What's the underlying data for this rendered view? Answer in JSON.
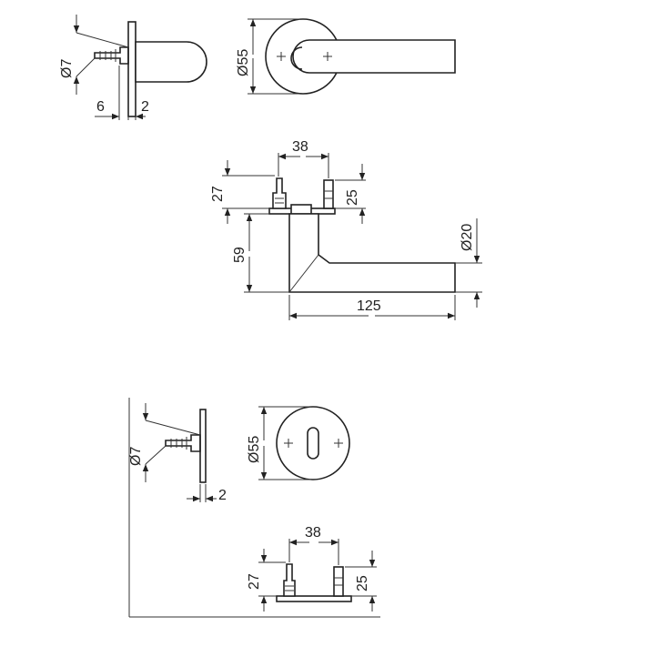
{
  "colors": {
    "line": "#222222",
    "background": "#ffffff"
  },
  "dimensions": {
    "top_side_diameter": "Ø7",
    "top_side_offset": "6",
    "top_side_thickness": "2",
    "top_front_diameter": "Ø55",
    "mid_spacing": "38",
    "mid_post_left": "27",
    "mid_post_right": "25",
    "mid_height": "59",
    "mid_lever_diameter": "Ø20",
    "mid_length": "125",
    "bottom_side_diameter": "Ø7",
    "bottom_side_thickness": "2",
    "bottom_front_diameter": "Ø55",
    "bottom_spacing": "38",
    "bottom_post_left": "27",
    "bottom_post_right": "25"
  }
}
